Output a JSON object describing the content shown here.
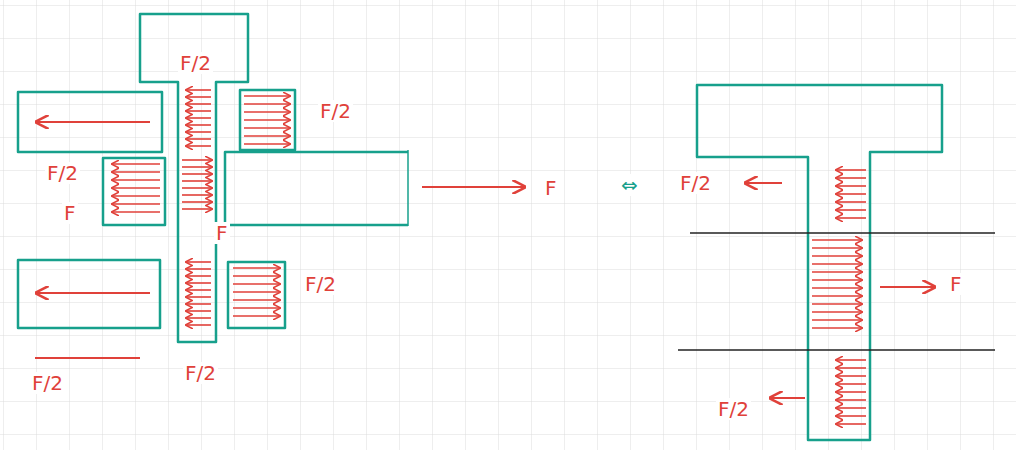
{
  "diagram": {
    "labels": [
      "F/2",
      "F/2",
      "F/2",
      "F",
      "F",
      "F",
      "⇔",
      "F/2",
      "F/2",
      "F",
      "F/2",
      "F/2",
      "F/2"
    ]
  }
}
